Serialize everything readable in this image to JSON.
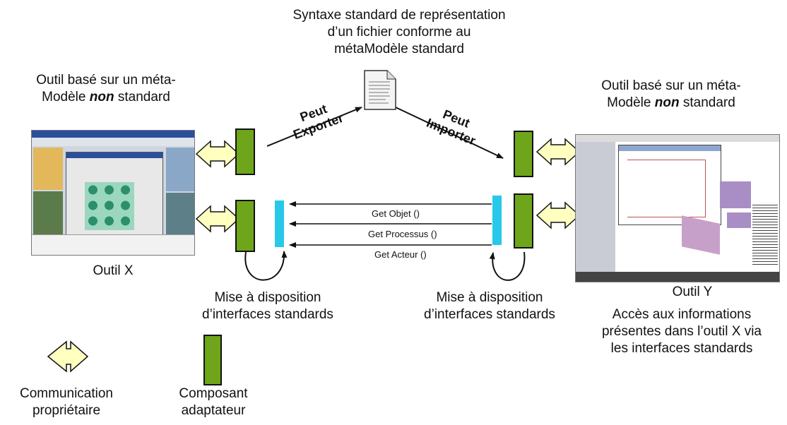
{
  "top_caption": {
    "line1": "Syntaxe standard de représentation",
    "line2": "d’un fichier conforme au",
    "line3": "métaModèle standard"
  },
  "left_tool_caption": {
    "line1": "Outil basé sur un méta-",
    "line2_pre": "Modèle ",
    "line2_emph": "non",
    "line2_post": " standard"
  },
  "right_tool_caption": {
    "line1": "Outil basé sur un méta-",
    "line2_pre": "Modèle ",
    "line2_emph": "non",
    "line2_post": " standard"
  },
  "export_label": {
    "line1": "Peut",
    "line2": "Exporter"
  },
  "import_label": {
    "line1": "Peut",
    "line2": "Importer"
  },
  "calls": [
    {
      "label": "Get Objet ()"
    },
    {
      "label": "Get Processus ()"
    },
    {
      "label": "Get Acteur ()"
    }
  ],
  "tool_x_label": "Outil X",
  "tool_y_label": "Outil Y",
  "left_interfaces": {
    "line1": "Mise à disposition",
    "line2": "d’interfaces standards"
  },
  "right_interfaces": {
    "line1": "Mise à disposition",
    "line2": "d’interfaces standards"
  },
  "access_note": {
    "line1": "Accès aux informations",
    "line2": "présentes dans l’outil X via",
    "line3": "les interfaces standards"
  },
  "legend": {
    "proprietary": {
      "line1": "Communication",
      "line2": "propriétaire"
    },
    "adapter": {
      "line1": "Composant",
      "line2": "adaptateur"
    }
  },
  "colors": {
    "adapter_green": "#6fa51a",
    "interface_cyan": "#27c8ea",
    "arrow_fill": "#ffffc0"
  }
}
